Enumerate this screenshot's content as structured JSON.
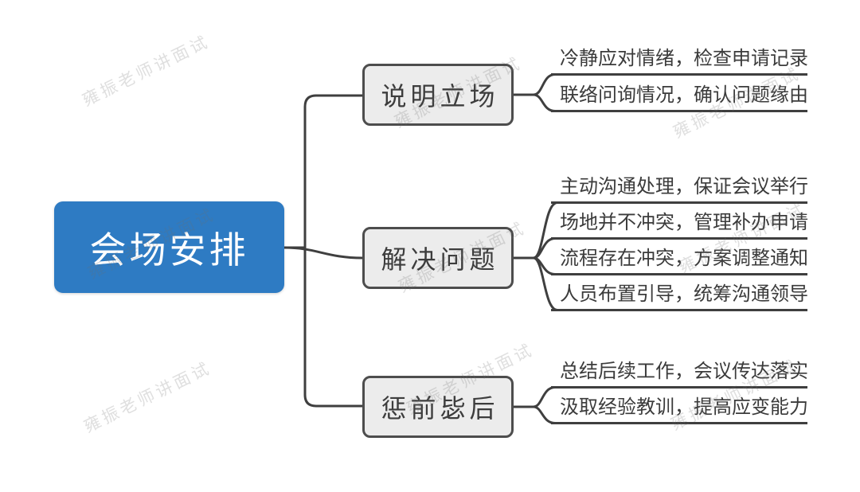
{
  "root": {
    "label": "会场安排",
    "fill_color": "#2e7bc3",
    "text_color": "#ffffff"
  },
  "branches": [
    {
      "label": "说明立场",
      "leaves": [
        "冷静应对情绪，检查申请记录",
        "联络问询情况，确认问题缘由"
      ]
    },
    {
      "label": "解决问题",
      "leaves": [
        "主动沟通处理，保证会议举行",
        "场地并不冲突，管理补办申请",
        "流程存在冲突，方案调整通知",
        "人员布置引导，统筹沟通领导"
      ]
    },
    {
      "label": "惩前毖后",
      "leaves": [
        "总结后续工作，会议传达落实",
        "汲取经验教训，提高应变能力"
      ]
    }
  ],
  "watermark": {
    "text": "雍振老师讲面试",
    "color": "#d8d8d8"
  },
  "style": {
    "branch_fill": "#ececec",
    "branch_border": "#4d4d4d",
    "line_color": "#3f3f3f",
    "background": "#ffffff"
  }
}
